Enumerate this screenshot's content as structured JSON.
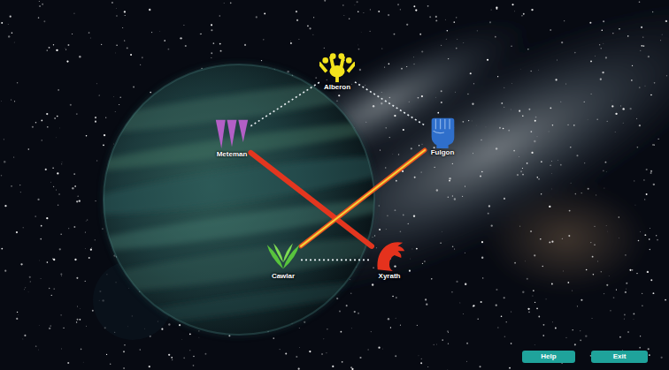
{
  "diagram": {
    "nodes": [
      {
        "text": [
          "Alberon"
        ]
      },
      {
        "text": [
          "Meteman"
        ]
      },
      {
        "text": [
          "Fulgon"
        ]
      },
      {
        "text": [
          "Cawlar"
        ]
      },
      {
        "text": [
          "Xyrath"
        ]
      },
      {
        "text": [
          "Help"
        ]
      },
      {
        "text": [
          "Exit"
        ]
      }
    ],
    "edges": [
      {
        "from": 1,
        "to": 0,
        "arrow": "none"
      },
      {
        "from": 0,
        "to": 2,
        "arrow": "none"
      },
      {
        "from": 1,
        "to": 4,
        "arrow": "none"
      },
      {
        "from": 2,
        "to": 3,
        "arrow": "none"
      },
      {
        "from": 3,
        "to": 4,
        "arrow": "none"
      }
    ]
  }
}
